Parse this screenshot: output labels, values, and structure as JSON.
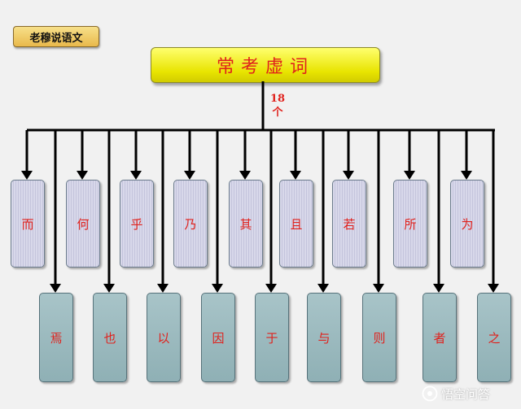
{
  "tag": {
    "label": "老穆说语文"
  },
  "title": {
    "text": "常考虚词"
  },
  "count": {
    "number": "18",
    "unit": "个"
  },
  "top_row": [
    "而",
    "何",
    "乎",
    "乃",
    "其",
    "且",
    "若",
    "所",
    "为"
  ],
  "bottom_row": [
    "焉",
    "也",
    "以",
    "因",
    "于",
    "与",
    "则",
    "者",
    "之"
  ],
  "watermark": {
    "text": "悟空问答"
  },
  "colors": {
    "text_red": "#e0211c",
    "title_yellow": "#ecec00",
    "wire": "#000000"
  }
}
